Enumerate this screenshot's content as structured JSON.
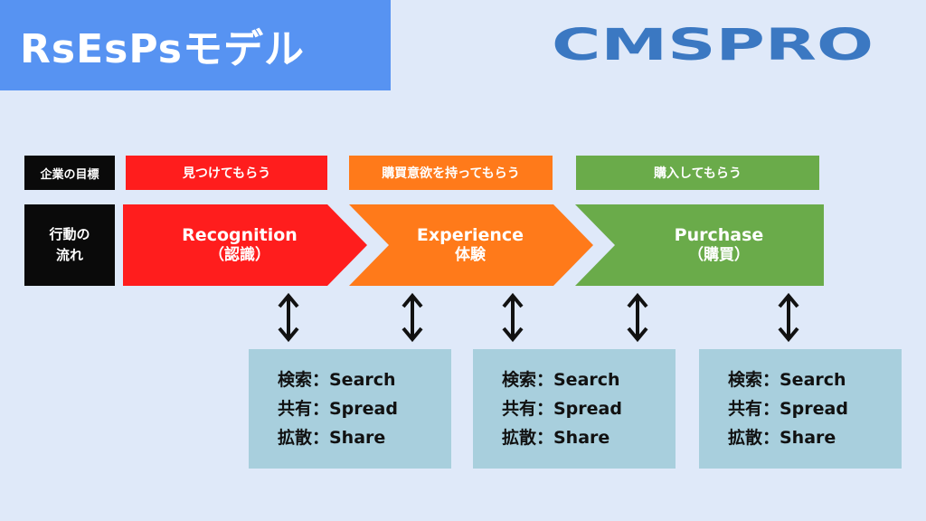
{
  "title": "RsEsPsモデル",
  "logo_text": "CMSPRO",
  "row_labels": {
    "goal": "企業の目標",
    "flow": "行動の\n流れ"
  },
  "goals": [
    {
      "label": "見つけてもらう",
      "color": "#ff1d1d"
    },
    {
      "label": "購買意欲を持ってもらう",
      "color": "#ff7a1a"
    },
    {
      "label": "購入してもらう",
      "color": "#6aab4a"
    }
  ],
  "stages": [
    {
      "en": "Recognition",
      "jp": "（認識）",
      "color": "#ff1d1d"
    },
    {
      "en": "Experience",
      "jp": "体験",
      "color": "#ff7a1a"
    },
    {
      "en": "Purchase",
      "jp": "（購買）",
      "color": "#6aab4a"
    }
  ],
  "info_boxes": [
    {
      "lines": [
        "検索：Search",
        "共有：Spread",
        "拡散：Share"
      ]
    },
    {
      "lines": [
        "検索：Search",
        "共有：Spread",
        "拡散：Share"
      ]
    },
    {
      "lines": [
        "検索：Search",
        "共有：Spread",
        "拡散：Share"
      ]
    }
  ],
  "colors": {
    "background": "#dfe9f9",
    "title_bg": "#5793f2",
    "info_box": "#a8cfdd",
    "logo_blue": "#3b78c2",
    "logo_dark": "#3a3a3a"
  }
}
